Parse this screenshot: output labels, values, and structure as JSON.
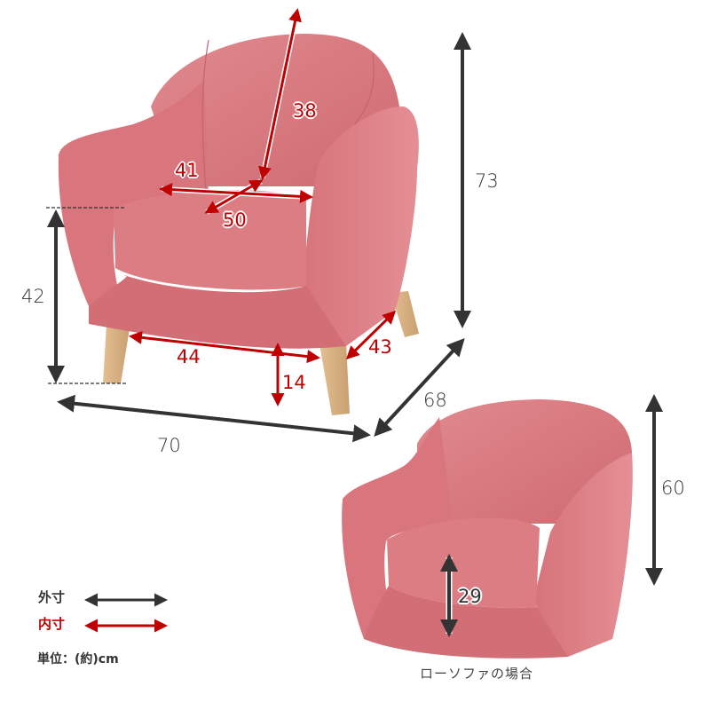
{
  "main_chair": {
    "outer_dimensions": {
      "height_total": "73",
      "seat_height": "42",
      "width": "70",
      "depth": "68"
    },
    "inner_dimensions": {
      "backrest_height": "38",
      "seat_width": "41",
      "seat_depth": "50",
      "leg_span_width": "44",
      "leg_span_depth": "43",
      "floor_clearance": "14"
    }
  },
  "low_sofa": {
    "height_total": "60",
    "seat_height": "29",
    "caption": "ローソファの場合"
  },
  "legend": {
    "outer_label": "外寸",
    "inner_label": "内寸",
    "unit_label": "単位：(約)cm"
  },
  "colors": {
    "outer_arrow": "#333333",
    "inner_arrow": "#c00000",
    "upholstery": "#d9757c",
    "wood_leg": "#dcb585"
  }
}
